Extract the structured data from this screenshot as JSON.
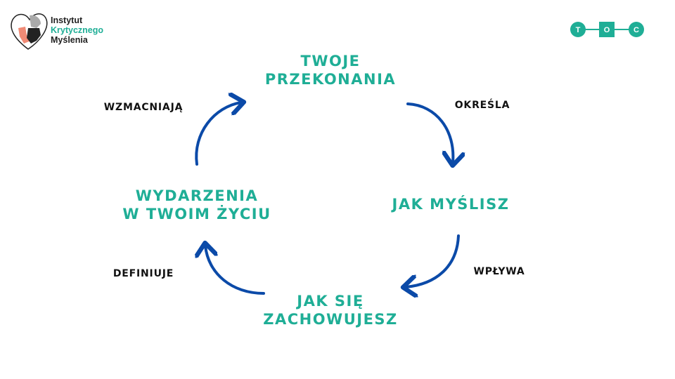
{
  "logo": {
    "line1": "Instytut",
    "line2": "Krytycznego",
    "line3": "Myślenia"
  },
  "badge": {
    "letters": [
      "T",
      "O",
      "C"
    ]
  },
  "nodes": {
    "beliefs": "TWOJE\nPRZEKONANIA",
    "thinking": "JAK MYŚLISZ",
    "behaviour_1": "JAK SIĘ",
    "behaviour_2": "ZACHOWUJESZ",
    "events_1": "WYDARZENIA",
    "events_2": "W TWOIM ŻYCIU",
    "beliefs_1": "TWOJE",
    "beliefs_2": "PRZEKONANIA"
  },
  "edges": {
    "determines": "OKREŚLA",
    "affects": "WPŁYWA",
    "defines": "DEFINIUJE",
    "reinforce": "WZMACNIAJĄ"
  },
  "colors": {
    "teal": "#1fae96",
    "blue": "#0b4aa8"
  }
}
